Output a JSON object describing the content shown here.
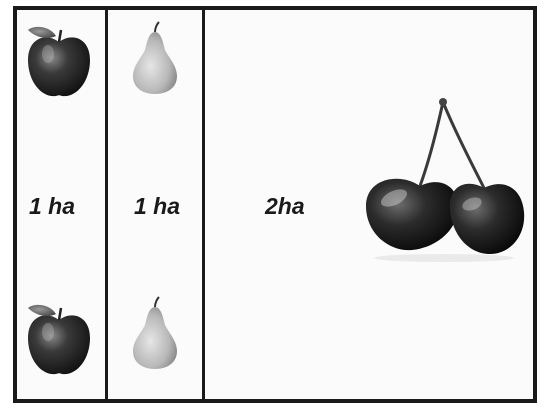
{
  "plots": [
    {
      "fruit": "apple-icon",
      "area": "1 ha"
    },
    {
      "fruit": "pear-icon",
      "area": "1 ha"
    },
    {
      "fruit": "cherry-icon",
      "area": "2ha"
    }
  ]
}
